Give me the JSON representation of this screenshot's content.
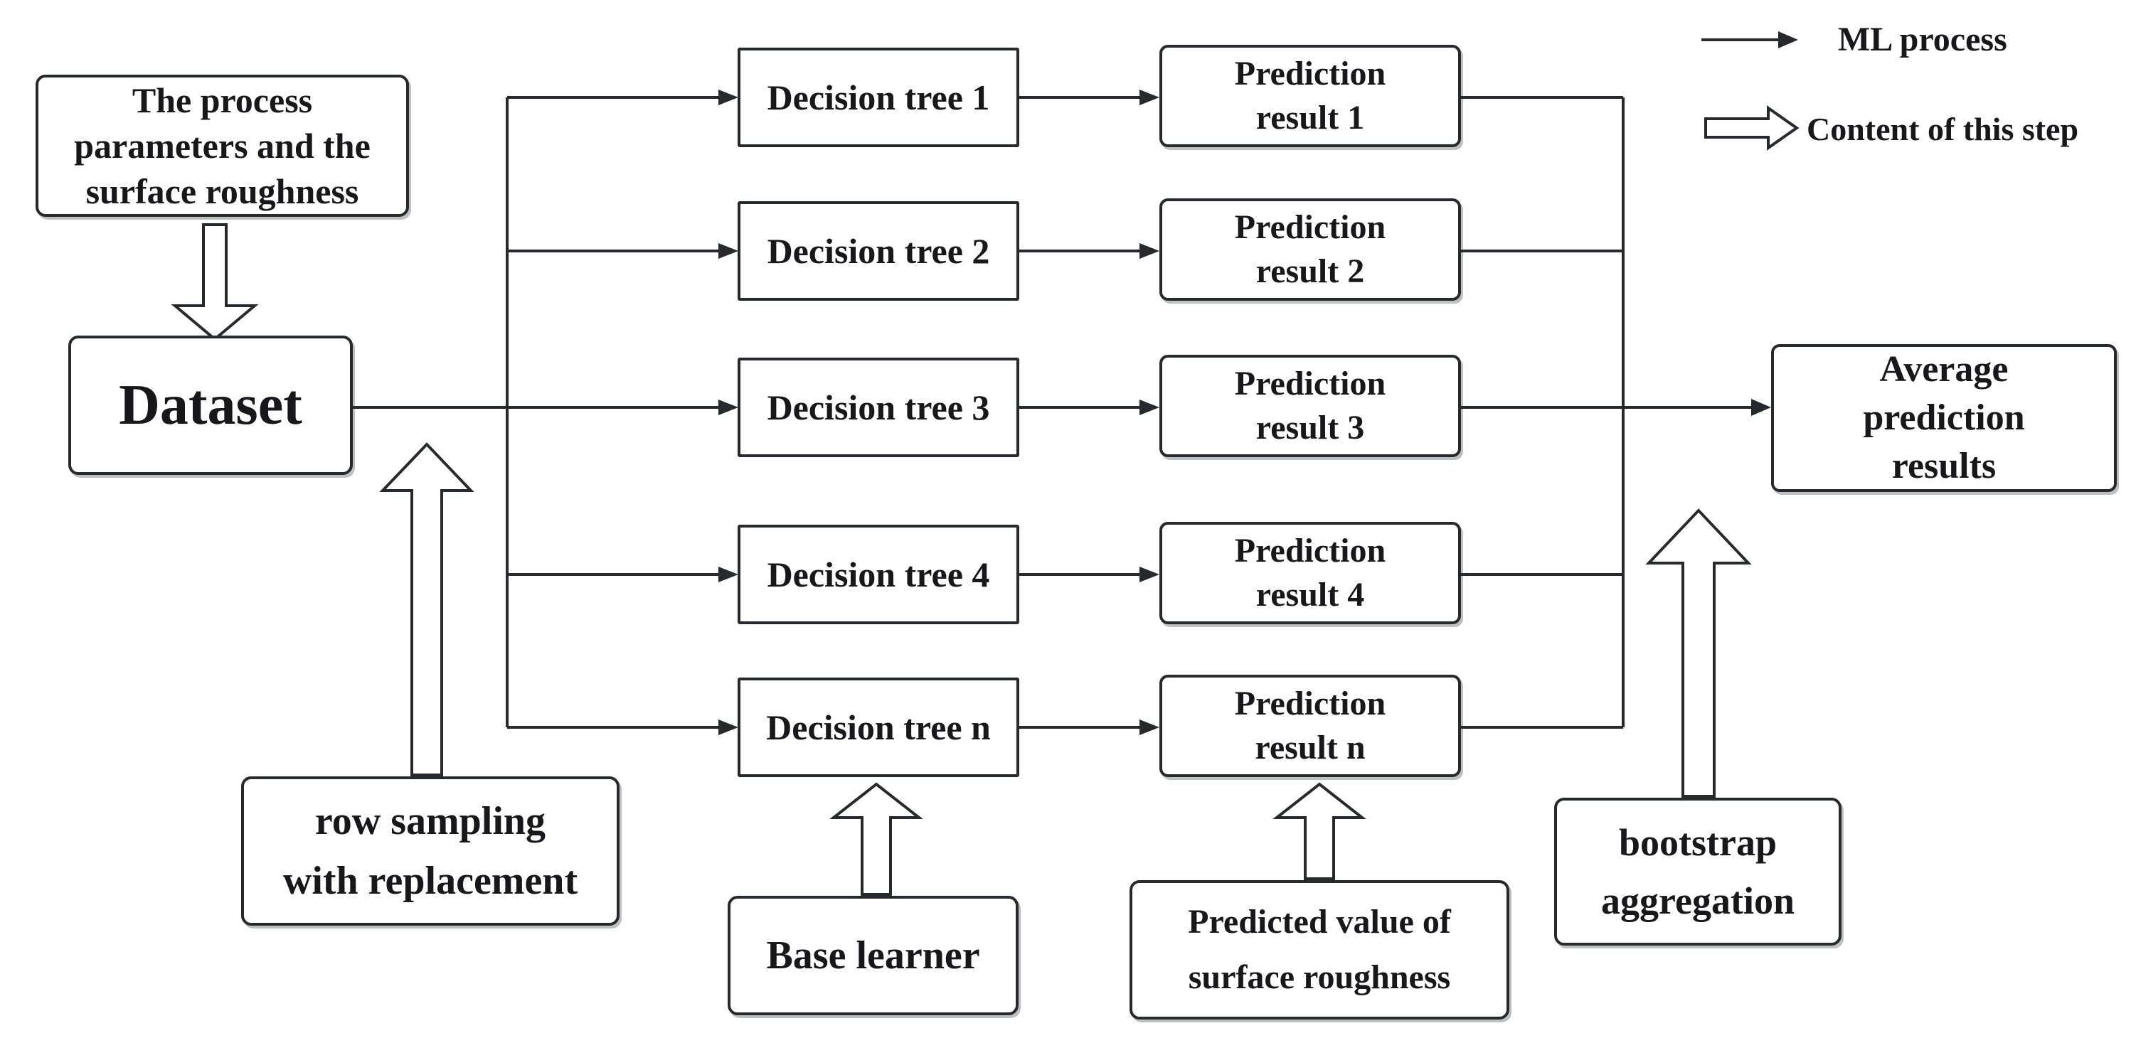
{
  "nodes": {
    "process_params": {
      "label": "The process\nparameters and the\nsurface roughness"
    },
    "dataset": {
      "label": "Dataset"
    },
    "trees": [
      {
        "label": "Decision tree 1"
      },
      {
        "label": "Decision tree 2"
      },
      {
        "label": "Decision tree 3"
      },
      {
        "label": "Decision tree 4"
      },
      {
        "label": "Decision tree n"
      }
    ],
    "results": [
      {
        "label": "Prediction\nresult 1"
      },
      {
        "label": "Prediction\nresult 2"
      },
      {
        "label": "Prediction\nresult 3"
      },
      {
        "label": "Prediction\nresult 4"
      },
      {
        "label": "Prediction\nresult n"
      }
    ],
    "average": {
      "label": "Average\nprediction\nresults"
    },
    "row_sampling": {
      "label": "row sampling\nwith replacement"
    },
    "base_learner": {
      "label": "Base learner"
    },
    "predicted_value": {
      "label": "Predicted value of\nsurface roughness"
    },
    "bootstrap": {
      "label": "bootstrap\naggregation"
    }
  },
  "legend": {
    "ml_process": {
      "label": "ML process"
    },
    "content_of_step": {
      "label": "Content of this step"
    }
  },
  "colors": {
    "line": "#262a2e",
    "text": "#17181b",
    "background": "#ffffff"
  }
}
